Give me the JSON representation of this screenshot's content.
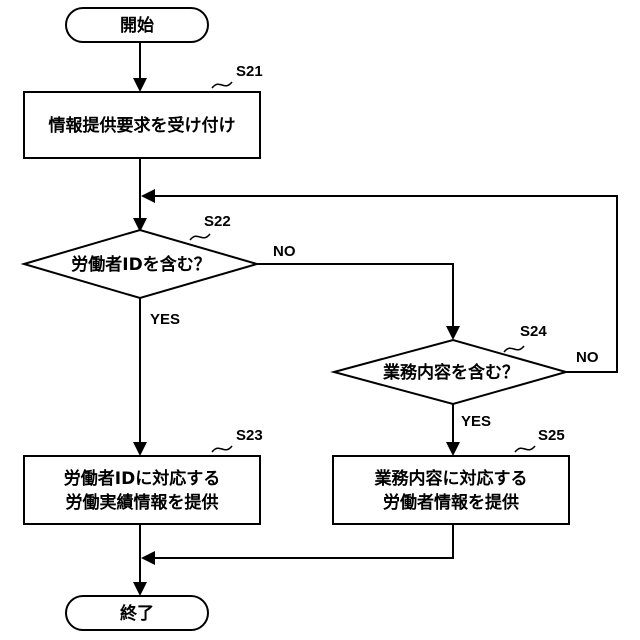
{
  "nodes": {
    "start": {
      "label": "開始"
    },
    "s21": {
      "id": "S21",
      "label": "情報提供要求を受け付け"
    },
    "s22": {
      "id": "S22",
      "label": "労働者IDを含む？"
    },
    "s23": {
      "id": "S23",
      "lines": [
        "労働者IDに対応する",
        "労働実績情報を提供"
      ]
    },
    "s24": {
      "id": "S24",
      "label": "業務内容を含む？"
    },
    "s25": {
      "id": "S25",
      "lines": [
        "業務内容に対応する",
        "労働者情報を提供"
      ]
    },
    "end": {
      "label": "終了"
    }
  },
  "branches": {
    "s22_yes": "YES",
    "s22_no": "NO",
    "s24_yes": "YES",
    "s24_no": "NO"
  }
}
